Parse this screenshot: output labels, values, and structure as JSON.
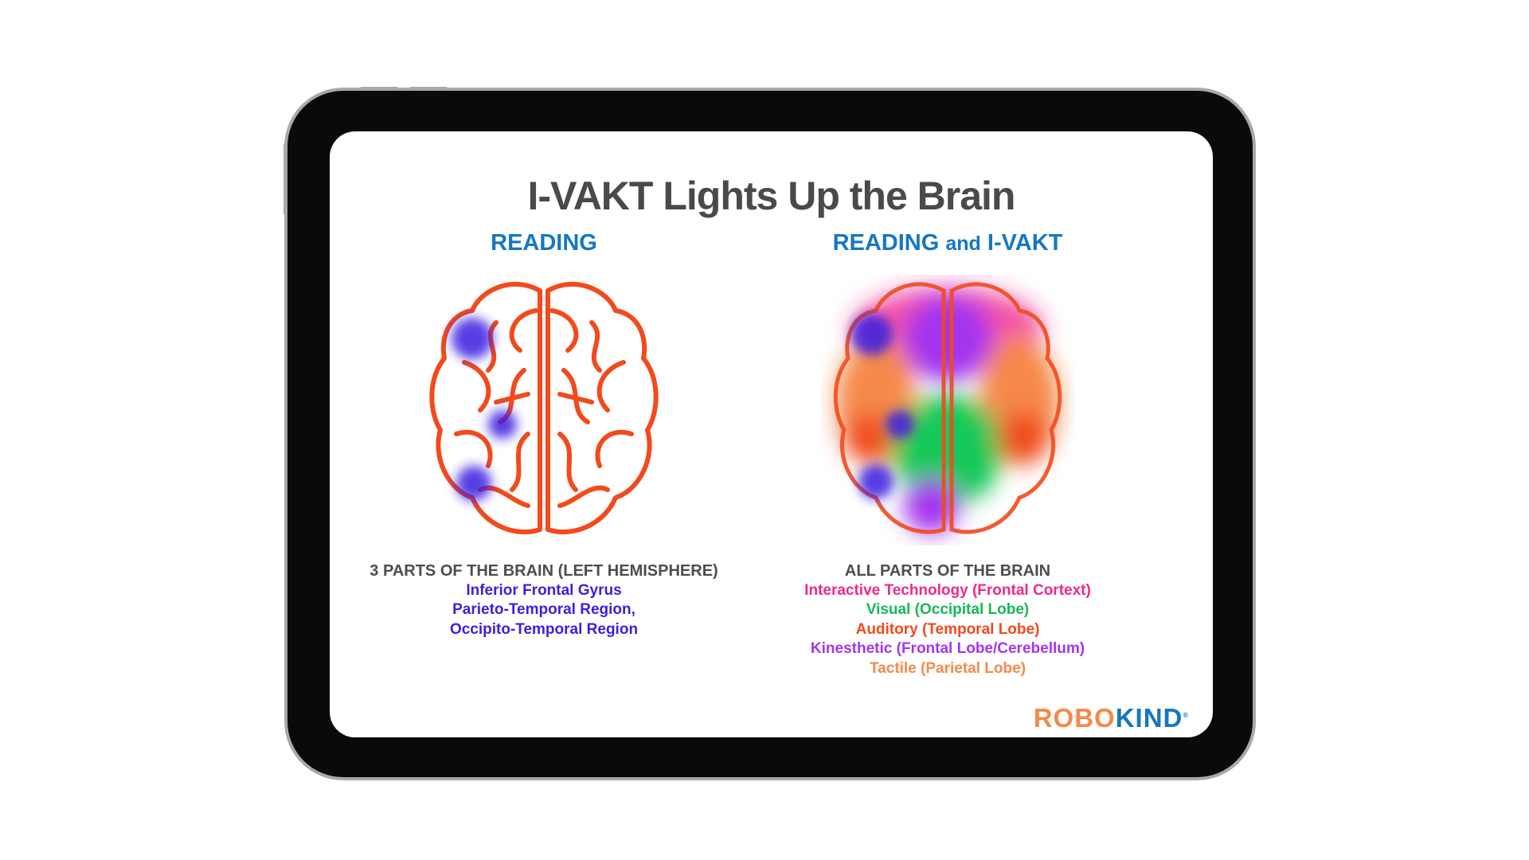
{
  "title": "I-VAKT Lights Up the Brain",
  "left": {
    "heading": "READING",
    "caption_title": "3 PARTS OF THE BRAIN (LEFT HEMISPHERE)",
    "items": [
      "Inferior Frontal Gyrus",
      "Parieto-Temporal Region,",
      "Occipito-Temporal Region"
    ],
    "item_color": "#3b1fe0"
  },
  "right": {
    "heading_main": "READING",
    "heading_and": "and",
    "heading_tail": "I-VAKT",
    "caption_title": "ALL PARTS OF THE BRAIN",
    "items": [
      {
        "text": "Interactive Technology (Frontal Cortext)",
        "color": "#f0288c"
      },
      {
        "text": "Visual (Occipital Lobe)",
        "color": "#17b856"
      },
      {
        "text": "Auditory (Temporal Lobe)",
        "color": "#f24a1c"
      },
      {
        "text": "Kinesthetic (Frontal Lobe/Cerebellum)",
        "color": "#a435ee"
      },
      {
        "text": "Tactile (Parietal Lobe)",
        "color": "#f5894a"
      }
    ]
  },
  "logo": {
    "part1": "ROBO",
    "part2": "KIND",
    "mark": "®",
    "color1": "#f5894a",
    "color2": "#1577c2"
  }
}
